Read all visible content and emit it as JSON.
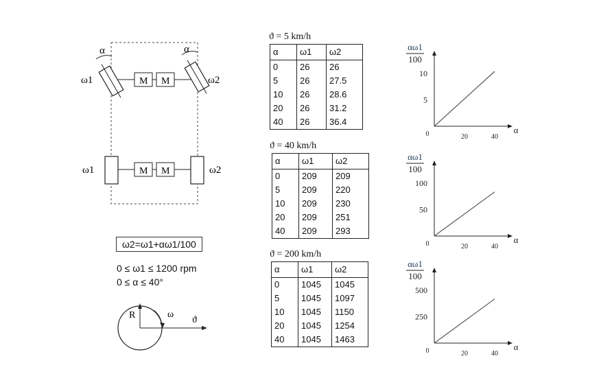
{
  "diagram": {
    "alpha_left": "α",
    "alpha_right": "α",
    "omega1_top": "ω1",
    "omega2_top": "ω2",
    "omega1_bottom": "ω1",
    "omega2_bottom": "ω2",
    "motor": "M",
    "formula": "ω2=ω1+αω1/100",
    "cond1": "0 ≤ ω1 ≤ 1200 rpm",
    "cond2": "0 ≤ α ≤ 40°",
    "wheel_R": "R",
    "wheel_omega": "ω",
    "wheel_theta": "ϑ"
  },
  "tables": [
    {
      "title": "ϑ = 5 km/h",
      "headers": [
        "α",
        "ω1",
        "ω2"
      ],
      "rows": [
        [
          "0",
          "26",
          "26"
        ],
        [
          "5",
          "26",
          "27.5"
        ],
        [
          "10",
          "26",
          "28.6"
        ],
        [
          "20",
          "26",
          "31.2"
        ],
        [
          "40",
          "26",
          "36.4"
        ]
      ]
    },
    {
      "title": "ϑ = 40 km/h",
      "headers": [
        "α",
        "ω1",
        "ω2"
      ],
      "rows": [
        [
          "0",
          "209",
          "209"
        ],
        [
          "5",
          "209",
          "220"
        ],
        [
          "10",
          "209",
          "230"
        ],
        [
          "20",
          "209",
          "251"
        ],
        [
          "40",
          "209",
          "293"
        ]
      ]
    },
    {
      "title": "ϑ = 200 km/h",
      "headers": [
        "α",
        "ω1",
        "ω2"
      ],
      "rows": [
        [
          "0",
          "1045",
          "1045"
        ],
        [
          "5",
          "1045",
          "1097"
        ],
        [
          "10",
          "1045",
          "1150"
        ],
        [
          "20",
          "1045",
          "1254"
        ],
        [
          "40",
          "1045",
          "1463"
        ]
      ]
    }
  ],
  "chart_data": [
    {
      "type": "line",
      "ylabel_num": "αω1",
      "ylabel_den": "100",
      "xlabel": "α",
      "x_ticks": [
        "0",
        "20",
        "40"
      ],
      "y_ticks": [
        "5",
        "10"
      ],
      "xlim": [
        0,
        50
      ],
      "ylim": [
        0,
        13
      ],
      "series": [
        {
          "x": [
            0,
            40
          ],
          "y": [
            0,
            10.4
          ]
        }
      ]
    },
    {
      "type": "line",
      "ylabel_num": "αω1",
      "ylabel_den": "100",
      "xlabel": "α",
      "x_ticks": [
        "0",
        "20",
        "40"
      ],
      "y_ticks": [
        "50",
        "100"
      ],
      "xlim": [
        0,
        50
      ],
      "ylim": [
        0,
        130
      ],
      "series": [
        {
          "x": [
            0,
            40
          ],
          "y": [
            0,
            83.6
          ]
        }
      ]
    },
    {
      "type": "line",
      "ylabel_num": "αω1",
      "ylabel_den": "100",
      "xlabel": "α",
      "x_ticks": [
        "0",
        "20",
        "40"
      ],
      "y_ticks": [
        "250",
        "500"
      ],
      "xlim": [
        0,
        50
      ],
      "ylim": [
        0,
        650
      ],
      "series": [
        {
          "x": [
            0,
            40
          ],
          "y": [
            0,
            418
          ]
        }
      ]
    }
  ]
}
